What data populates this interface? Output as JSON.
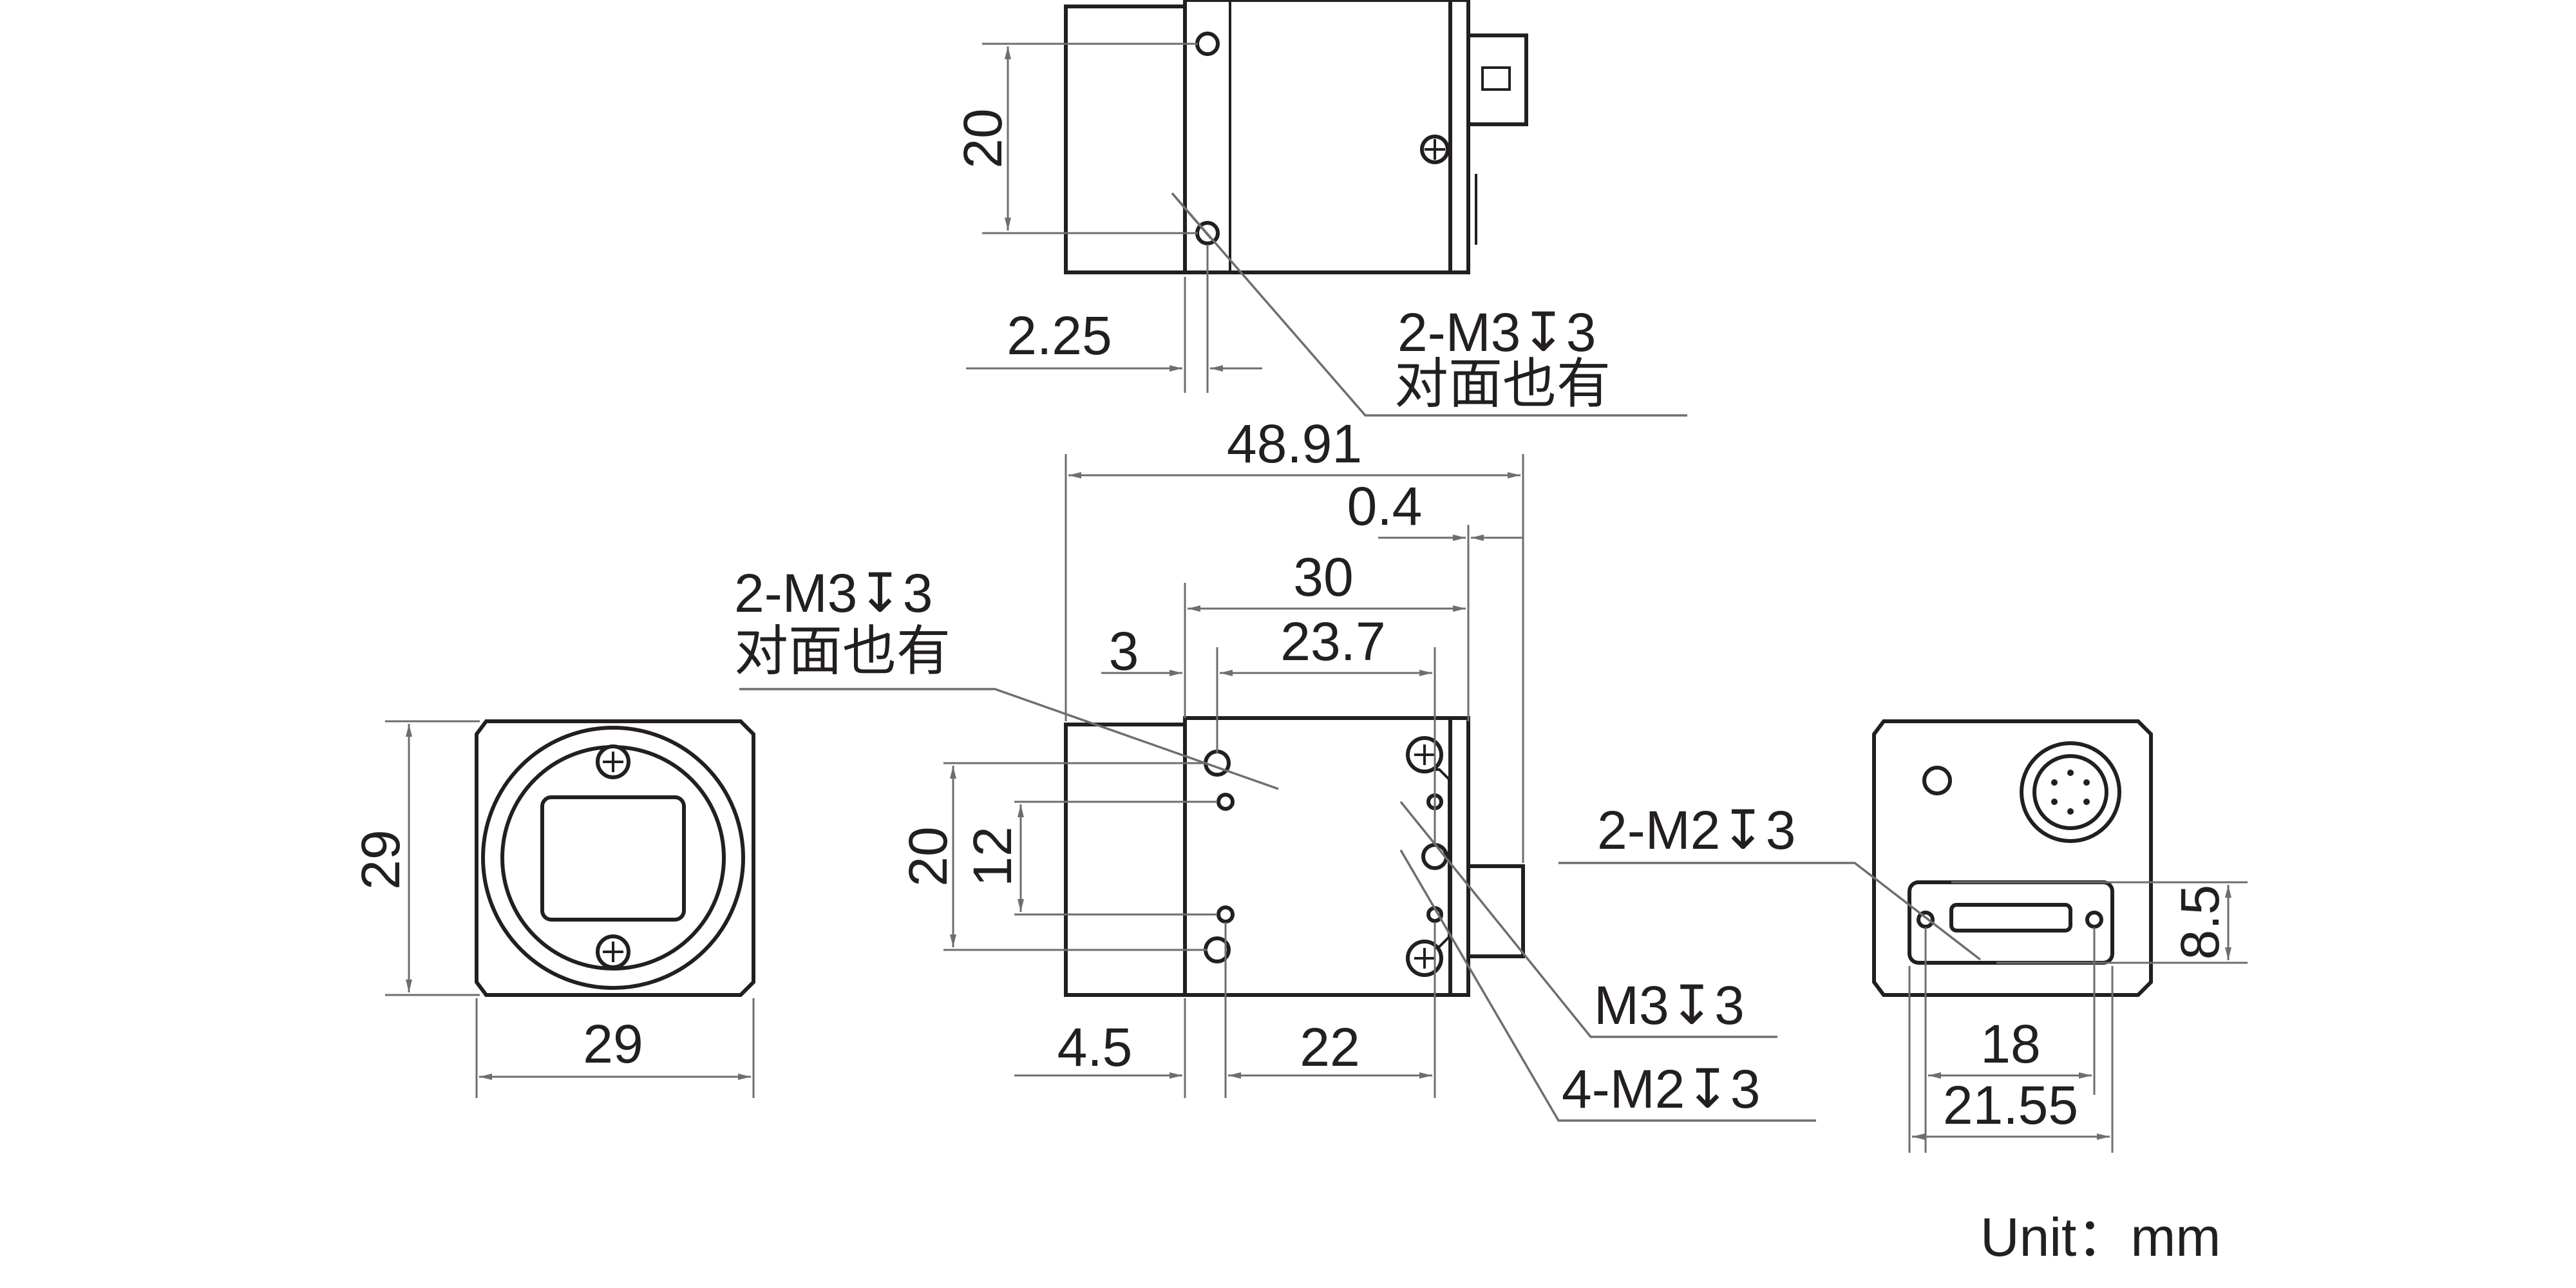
{
  "drawing": {
    "unit_label": "Unit：mm",
    "top_view": {
      "dims": {
        "height": "20",
        "offset": "2.25"
      },
      "callout": {
        "line1": "2-M3↧3",
        "line2": "对面也有"
      }
    },
    "front_view": {
      "dims": {
        "height": "29",
        "width": "29"
      }
    },
    "side_view": {
      "dims": {
        "overall_length": "48.91",
        "flange_offset": "0.4",
        "length_30": "30",
        "length_23_7": "23.7",
        "offset_3": "3",
        "height_20": "20",
        "height_12": "12",
        "offset_4_5": "4.5",
        "length_22": "22"
      },
      "callouts": {
        "top": {
          "line1": "2-M3↧3",
          "line2": "对面也有"
        },
        "m3": "M3↧3",
        "m2": "4-M2↧3"
      }
    },
    "rear_view": {
      "dims": {
        "height": "8.5",
        "width_18": "18",
        "width_21_55": "21.55"
      },
      "callout": "2-M2↧3"
    }
  }
}
